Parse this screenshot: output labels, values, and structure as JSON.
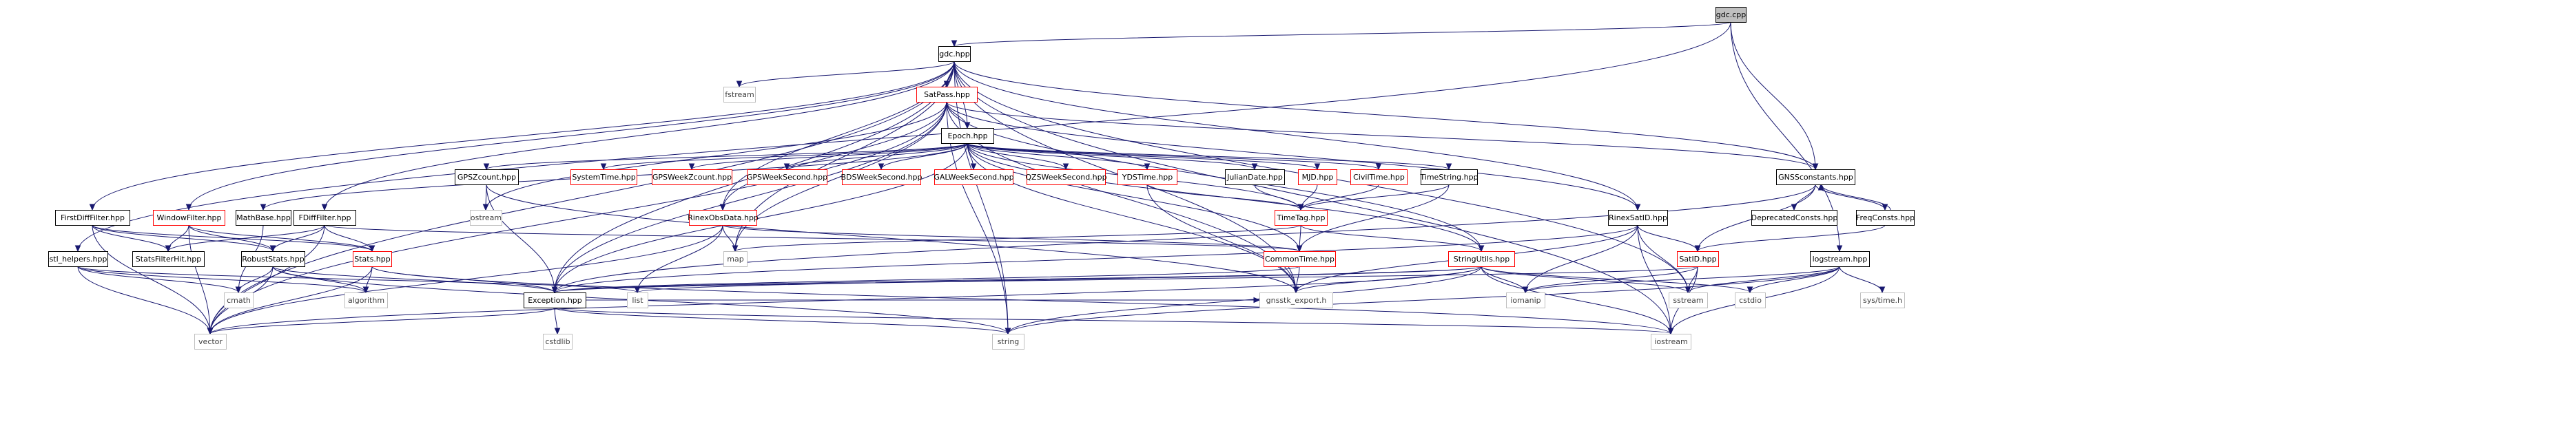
{
  "diagram": {
    "colors": {
      "edge": "#191970",
      "root_fill": "#bfbfbf",
      "root_border": "#000000",
      "linked_border": "#000000",
      "red_border": "#ff0000",
      "external_border": "#bfbfbf",
      "external_text": "#404040",
      "text": "#000000"
    },
    "nodes": [
      {
        "id": "gdc_cpp",
        "label": "gdc.cpp",
        "kind": "root"
      },
      {
        "id": "gdc_hpp",
        "label": "gdc.hpp",
        "kind": "linked"
      },
      {
        "id": "fstream",
        "label": "fstream",
        "kind": "external"
      },
      {
        "id": "SatPass",
        "label": "SatPass.hpp",
        "kind": "red"
      },
      {
        "id": "Epoch",
        "label": "Epoch.hpp",
        "kind": "linked"
      },
      {
        "id": "GPSZcount",
        "label": "GPSZcount.hpp",
        "kind": "linked"
      },
      {
        "id": "ostream",
        "label": "ostream",
        "kind": "external"
      },
      {
        "id": "SystemTime",
        "label": "SystemTime.hpp",
        "kind": "red"
      },
      {
        "id": "GPSWeekZcount",
        "label": "GPSWeekZcount.hpp",
        "kind": "red"
      },
      {
        "id": "GPSWeekSecond",
        "label": "GPSWeekSecond.hpp",
        "kind": "red"
      },
      {
        "id": "BDSWeekSecond",
        "label": "BDSWeekSecond.hpp",
        "kind": "red"
      },
      {
        "id": "GALWeekSecond",
        "label": "GALWeekSecond.hpp",
        "kind": "red"
      },
      {
        "id": "QZSWeekSecond",
        "label": "QZSWeekSecond.hpp",
        "kind": "red"
      },
      {
        "id": "YDSTime",
        "label": "YDSTime.hpp",
        "kind": "red"
      },
      {
        "id": "JulianDate",
        "label": "JulianDate.hpp",
        "kind": "linked"
      },
      {
        "id": "MJD",
        "label": "MJD.hpp",
        "kind": "red"
      },
      {
        "id": "CivilTime",
        "label": "CivilTime.hpp",
        "kind": "red"
      },
      {
        "id": "TimeString",
        "label": "TimeString.hpp",
        "kind": "linked"
      },
      {
        "id": "GNSSconstants",
        "label": "GNSSconstants.hpp",
        "kind": "linked"
      },
      {
        "id": "DeprecatedConsts",
        "label": "DeprecatedConsts.hpp",
        "kind": "linked"
      },
      {
        "id": "FreqConsts",
        "label": "FreqConsts.hpp",
        "kind": "linked"
      },
      {
        "id": "MathBase",
        "label": "MathBase.hpp",
        "kind": "linked"
      },
      {
        "id": "RinexObsData",
        "label": "RinexObsData.hpp",
        "kind": "red"
      },
      {
        "id": "TimeTag",
        "label": "TimeTag.hpp",
        "kind": "red"
      },
      {
        "id": "RinexSatID",
        "label": "RinexSatID.hpp",
        "kind": "linked"
      },
      {
        "id": "FirstDiffFilter",
        "label": "FirstDiffFilter.hpp",
        "kind": "linked"
      },
      {
        "id": "WindowFilter",
        "label": "WindowFilter.hpp",
        "kind": "red"
      },
      {
        "id": "FDiffFilter",
        "label": "FDiffFilter.hpp",
        "kind": "linked"
      },
      {
        "id": "stl_helpers",
        "label": "stl_helpers.hpp",
        "kind": "linked"
      },
      {
        "id": "StatsFilterHit",
        "label": "StatsFilterHit.hpp",
        "kind": "linked"
      },
      {
        "id": "RobustStats",
        "label": "RobustStats.hpp",
        "kind": "linked"
      },
      {
        "id": "Stats",
        "label": "Stats.hpp",
        "kind": "red"
      },
      {
        "id": "CommonTime",
        "label": "CommonTime.hpp",
        "kind": "red"
      },
      {
        "id": "StringUtils",
        "label": "StringUtils.hpp",
        "kind": "red"
      },
      {
        "id": "SatID",
        "label": "SatID.hpp",
        "kind": "red"
      },
      {
        "id": "logstream",
        "label": "logstream.hpp",
        "kind": "linked"
      },
      {
        "id": "map",
        "label": "map",
        "kind": "external"
      },
      {
        "id": "cmath",
        "label": "cmath",
        "kind": "external"
      },
      {
        "id": "algorithm",
        "label": "algorithm",
        "kind": "external"
      },
      {
        "id": "list",
        "label": "list",
        "kind": "external"
      },
      {
        "id": "Exception",
        "label": "Exception.hpp",
        "kind": "linked"
      },
      {
        "id": "gnsstk_export",
        "label": "gnsstk_export.h",
        "kind": "external"
      },
      {
        "id": "iomanip",
        "label": "iomanip",
        "kind": "external"
      },
      {
        "id": "sstream",
        "label": "sstream",
        "kind": "external"
      },
      {
        "id": "cstdio",
        "label": "cstdio",
        "kind": "external"
      },
      {
        "id": "systime",
        "label": "sys/time.h",
        "kind": "external"
      },
      {
        "id": "vector",
        "label": "vector",
        "kind": "external"
      },
      {
        "id": "cstdlib",
        "label": "cstdlib",
        "kind": "external"
      },
      {
        "id": "string",
        "label": "string",
        "kind": "external"
      },
      {
        "id": "iostream",
        "label": "iostream",
        "kind": "external"
      }
    ],
    "edges": [
      [
        "gdc_cpp",
        "gdc_hpp"
      ],
      [
        "gdc_cpp",
        "GNSSconstants"
      ],
      [
        "gdc_cpp",
        "stl_helpers"
      ],
      [
        "gdc_cpp",
        "logstream"
      ],
      [
        "gdc_hpp",
        "fstream"
      ],
      [
        "gdc_hpp",
        "SatPass"
      ],
      [
        "gdc_hpp",
        "Epoch"
      ],
      [
        "gdc_hpp",
        "RinexSatID"
      ],
      [
        "gdc_hpp",
        "GNSSconstants"
      ],
      [
        "gdc_hpp",
        "FirstDiffFilter"
      ],
      [
        "gdc_hpp",
        "WindowFilter"
      ],
      [
        "gdc_hpp",
        "FDiffFilter"
      ],
      [
        "gdc_hpp",
        "RinexObsData"
      ],
      [
        "gdc_hpp",
        "map"
      ],
      [
        "gdc_hpp",
        "Exception"
      ],
      [
        "gdc_hpp",
        "vector"
      ],
      [
        "gdc_hpp",
        "string"
      ],
      [
        "gdc_hpp",
        "iostream"
      ],
      [
        "gdc_hpp",
        "sstream"
      ],
      [
        "gdc_hpp",
        "gnsstk_export"
      ],
      [
        "SatPass",
        "Epoch"
      ],
      [
        "SatPass",
        "RinexSatID"
      ],
      [
        "SatPass",
        "GNSSconstants"
      ],
      [
        "SatPass",
        "RinexObsData"
      ],
      [
        "SatPass",
        "map"
      ],
      [
        "SatPass",
        "ostream"
      ],
      [
        "SatPass",
        "Exception"
      ],
      [
        "SatPass",
        "vector"
      ],
      [
        "SatPass",
        "string"
      ],
      [
        "SatPass",
        "gnsstk_export"
      ],
      [
        "SatPass",
        "StringUtils"
      ],
      [
        "Epoch",
        "GPSZcount"
      ],
      [
        "Epoch",
        "SystemTime"
      ],
      [
        "Epoch",
        "GPSWeekZcount"
      ],
      [
        "Epoch",
        "GPSWeekSecond"
      ],
      [
        "Epoch",
        "BDSWeekSecond"
      ],
      [
        "Epoch",
        "GALWeekSecond"
      ],
      [
        "Epoch",
        "QZSWeekSecond"
      ],
      [
        "Epoch",
        "YDSTime"
      ],
      [
        "Epoch",
        "JulianDate"
      ],
      [
        "Epoch",
        "MJD"
      ],
      [
        "Epoch",
        "CivilTime"
      ],
      [
        "Epoch",
        "TimeString"
      ],
      [
        "Epoch",
        "MathBase"
      ],
      [
        "Epoch",
        "TimeTag"
      ],
      [
        "Epoch",
        "CommonTime"
      ],
      [
        "Epoch",
        "Exception"
      ],
      [
        "Epoch",
        "StringUtils"
      ],
      [
        "Epoch",
        "gnsstk_export"
      ],
      [
        "GPSZcount",
        "ostream"
      ],
      [
        "GPSZcount",
        "Exception"
      ],
      [
        "GPSZcount",
        "gnsstk_export"
      ],
      [
        "YDSTime",
        "TimeTag"
      ],
      [
        "YDSTime",
        "gnsstk_export"
      ],
      [
        "JulianDate",
        "TimeTag"
      ],
      [
        "MJD",
        "TimeTag"
      ],
      [
        "CivilTime",
        "TimeTag"
      ],
      [
        "TimeString",
        "TimeTag"
      ],
      [
        "TimeString",
        "CommonTime"
      ],
      [
        "GNSSconstants",
        "DeprecatedConsts"
      ],
      [
        "GNSSconstants",
        "FreqConsts"
      ],
      [
        "GNSSconstants",
        "SatID"
      ],
      [
        "GNSSconstants",
        "Exception"
      ],
      [
        "FreqConsts",
        "GNSSconstants"
      ],
      [
        "FreqConsts",
        "SatID"
      ],
      [
        "MathBase",
        "cmath"
      ],
      [
        "RinexObsData",
        "map"
      ],
      [
        "RinexObsData",
        "list"
      ],
      [
        "RinexObsData",
        "vector"
      ],
      [
        "RinexObsData",
        "CommonTime"
      ],
      [
        "TimeTag",
        "CommonTime"
      ],
      [
        "TimeTag",
        "StringUtils"
      ],
      [
        "TimeTag",
        "map"
      ],
      [
        "RinexSatID",
        "SatID"
      ],
      [
        "RinexSatID",
        "iomanip"
      ],
      [
        "RinexSatID",
        "sstream"
      ],
      [
        "RinexSatID",
        "iostream"
      ],
      [
        "RinexSatID",
        "Exception"
      ],
      [
        "RinexSatID",
        "gnsstk_export"
      ],
      [
        "FirstDiffFilter",
        "StatsFilterHit"
      ],
      [
        "FirstDiffFilter",
        "RobustStats"
      ],
      [
        "FirstDiffFilter",
        "Stats"
      ],
      [
        "FirstDiffFilter",
        "vector"
      ],
      [
        "WindowFilter",
        "StatsFilterHit"
      ],
      [
        "WindowFilter",
        "RobustStats"
      ],
      [
        "WindowFilter",
        "Stats"
      ],
      [
        "WindowFilter",
        "vector"
      ],
      [
        "FDiffFilter",
        "StatsFilterHit"
      ],
      [
        "FDiffFilter",
        "RobustStats"
      ],
      [
        "FDiffFilter",
        "Stats"
      ],
      [
        "FDiffFilter",
        "vector"
      ],
      [
        "FDiffFilter",
        "CommonTime"
      ],
      [
        "stl_helpers",
        "algorithm"
      ],
      [
        "stl_helpers",
        "list"
      ],
      [
        "stl_helpers",
        "vector"
      ],
      [
        "stl_helpers",
        "cmath"
      ],
      [
        "RobustStats",
        "Exception"
      ],
      [
        "RobustStats",
        "cmath"
      ],
      [
        "RobustStats",
        "algorithm"
      ],
      [
        "RobustStats",
        "vector"
      ],
      [
        "RobustStats",
        "string"
      ],
      [
        "Stats",
        "Exception"
      ],
      [
        "Stats",
        "algorithm"
      ],
      [
        "Stats",
        "vector"
      ],
      [
        "Stats",
        "iostream"
      ],
      [
        "CommonTime",
        "Exception"
      ],
      [
        "CommonTime",
        "gnsstk_export"
      ],
      [
        "StringUtils",
        "Exception"
      ],
      [
        "StringUtils",
        "iomanip"
      ],
      [
        "StringUtils",
        "sstream"
      ],
      [
        "StringUtils",
        "string"
      ],
      [
        "StringUtils",
        "vector"
      ],
      [
        "StringUtils",
        "iostream"
      ],
      [
        "StringUtils",
        "cstdio"
      ],
      [
        "StringUtils",
        "list"
      ],
      [
        "StringUtils",
        "gnsstk_export"
      ],
      [
        "SatID",
        "Exception"
      ],
      [
        "SatID",
        "iostream"
      ],
      [
        "SatID",
        "sstream"
      ],
      [
        "SatID",
        "iomanip"
      ],
      [
        "logstream",
        "sstream"
      ],
      [
        "logstream",
        "iostream"
      ],
      [
        "logstream",
        "cstdio"
      ],
      [
        "logstream",
        "string"
      ],
      [
        "logstream",
        "systime"
      ],
      [
        "logstream",
        "iomanip"
      ],
      [
        "Exception",
        "vector"
      ],
      [
        "Exception",
        "cstdlib"
      ],
      [
        "Exception",
        "string"
      ],
      [
        "Exception",
        "iostream"
      ],
      [
        "Exception",
        "gnsstk_export"
      ]
    ]
  }
}
